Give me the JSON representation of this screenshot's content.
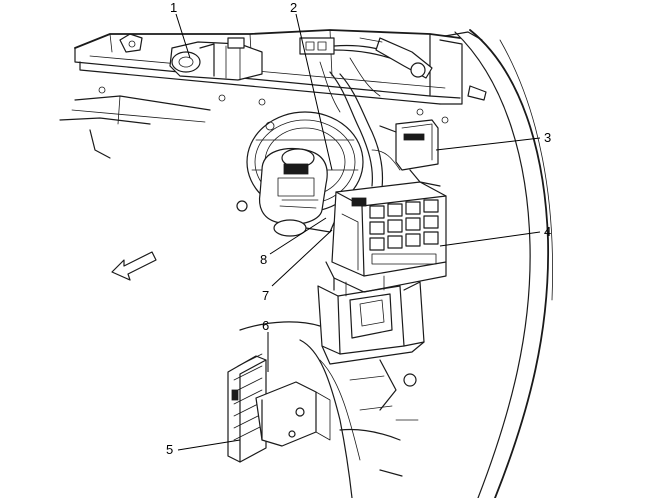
{
  "callouts": [
    {
      "id": "1",
      "label": "1"
    },
    {
      "id": "2",
      "label": "2"
    },
    {
      "id": "3",
      "label": "3"
    },
    {
      "id": "4",
      "label": "4"
    },
    {
      "id": "5",
      "label": "5"
    },
    {
      "id": "6",
      "label": "6"
    },
    {
      "id": "7",
      "label": "7"
    },
    {
      "id": "8",
      "label": "8"
    }
  ],
  "icons": {
    "direction_arrow": "arrow-forward-icon"
  },
  "colors": {
    "line": "#1a1a1a",
    "background": "#ffffff"
  }
}
